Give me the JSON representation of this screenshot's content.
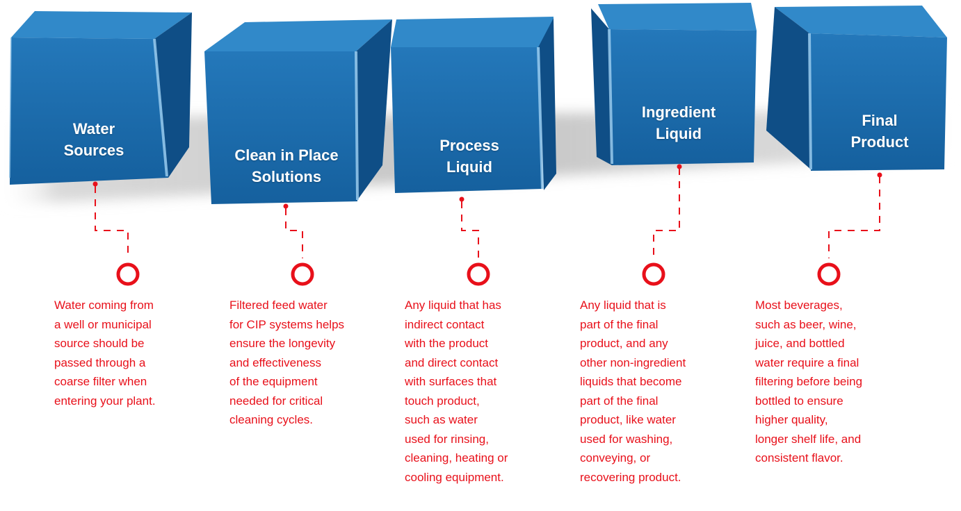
{
  "colors": {
    "cube_front": "#1b66a6",
    "cube_side": "#0f4f86",
    "cube_top": "#2f86c5",
    "accent_red": "#e8101a",
    "label_text": "#ffffff"
  },
  "stages": [
    {
      "title": "Water\nSources",
      "description": "Water coming from\na well or municipal\nsource should be\npassed through a\ncoarse filter when\nentering your plant."
    },
    {
      "title": "Clean in Place\nSolutions",
      "description": "Filtered feed water\nfor CIP systems helps\nensure the longevity\nand effectiveness\nof the equipment\nneeded for critical\ncleaning cycles."
    },
    {
      "title": "Process\nLiquid",
      "description": "Any liquid that has\nindirect contact\nwith the product\nand direct contact\nwith surfaces that\ntouch product,\nsuch as water\nused for rinsing,\ncleaning, heating or\ncooling equipment."
    },
    {
      "title": "Ingredient\nLiquid",
      "description": "Any liquid that is\npart of the final\nproduct, and any\nother non-ingredient\nliquids that become\npart of the final\nproduct, like water\nused for washing,\nconveying, or\nrecovering product."
    },
    {
      "title": "Final\nProduct",
      "description": "Most beverages,\nsuch as beer, wine,\njuice, and bottled\nwater require a final\nfiltering before being\nbottled to ensure\nhigher quality,\nlonger shelf life, and\nconsistent flavor."
    }
  ]
}
